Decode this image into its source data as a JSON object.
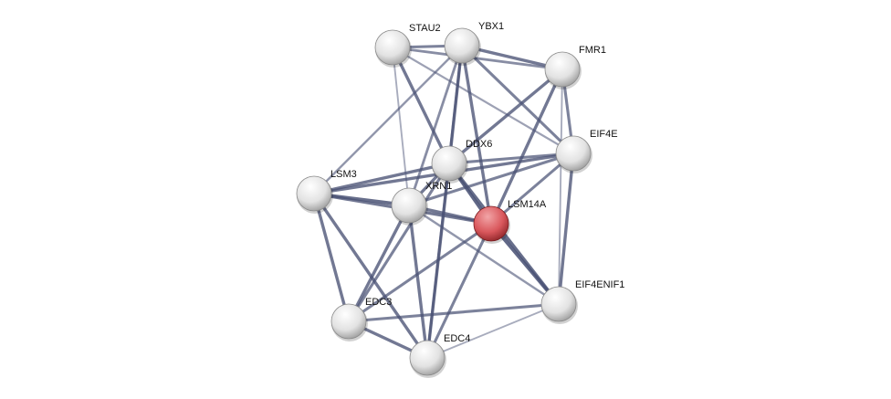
{
  "network": {
    "query_node": "LSM14A",
    "colors": {
      "edge": "#4a5275",
      "node": "#e0e0e0",
      "query_node": "#d9575c"
    },
    "nodes": [
      {
        "id": "STAU2"
      },
      {
        "id": "YBX1"
      },
      {
        "id": "FMR1"
      },
      {
        "id": "EIF4E"
      },
      {
        "id": "DDX6"
      },
      {
        "id": "LSM3"
      },
      {
        "id": "XRN1"
      },
      {
        "id": "LSM14A"
      },
      {
        "id": "EIF4ENIF1"
      },
      {
        "id": "EDC3"
      },
      {
        "id": "EDC4"
      }
    ],
    "edges": [
      [
        "STAU2",
        "YBX1",
        0.7
      ],
      [
        "STAU2",
        "FMR1",
        0.6
      ],
      [
        "STAU2",
        "EIF4E",
        0.4
      ],
      [
        "STAU2",
        "DDX6",
        0.8
      ],
      [
        "STAU2",
        "XRN1",
        0.3
      ],
      [
        "YBX1",
        "FMR1",
        0.8
      ],
      [
        "YBX1",
        "EIF4E",
        0.7
      ],
      [
        "YBX1",
        "DDX6",
        0.8
      ],
      [
        "YBX1",
        "LSM14A",
        0.8
      ],
      [
        "YBX1",
        "XRN1",
        0.6
      ],
      [
        "YBX1",
        "LSM3",
        0.5
      ],
      [
        "YBX1",
        "EDC4",
        0.6
      ],
      [
        "FMR1",
        "DDX6",
        0.8
      ],
      [
        "FMR1",
        "LSM14A",
        0.8
      ],
      [
        "FMR1",
        "EIF4E",
        0.7
      ],
      [
        "FMR1",
        "EIF4ENIF1",
        0.3
      ],
      [
        "EIF4E",
        "DDX6",
        0.7
      ],
      [
        "EIF4E",
        "LSM3",
        0.8
      ],
      [
        "EIF4E",
        "XRN1",
        0.7
      ],
      [
        "EIF4E",
        "LSM14A",
        0.7
      ],
      [
        "EIF4E",
        "EIF4ENIF1",
        0.8
      ],
      [
        "DDX6",
        "LSM3",
        0.8
      ],
      [
        "DDX6",
        "XRN1",
        0.8
      ],
      [
        "DDX6",
        "LSM14A",
        0.95
      ],
      [
        "DDX6",
        "EIF4ENIF1",
        0.9
      ],
      [
        "DDX6",
        "EDC4",
        0.8
      ],
      [
        "DDX6",
        "EDC3",
        0.7
      ],
      [
        "LSM3",
        "XRN1",
        0.9
      ],
      [
        "LSM3",
        "LSM14A",
        0.8
      ],
      [
        "LSM3",
        "EDC3",
        0.8
      ],
      [
        "LSM3",
        "EDC4",
        0.8
      ],
      [
        "XRN1",
        "LSM14A",
        0.8
      ],
      [
        "XRN1",
        "EIF4ENIF1",
        0.5
      ],
      [
        "XRN1",
        "EDC3",
        0.8
      ],
      [
        "XRN1",
        "EDC4",
        0.8
      ],
      [
        "LSM14A",
        "EDC3",
        0.7
      ],
      [
        "LSM14A",
        "EDC4",
        0.7
      ],
      [
        "LSM14A",
        "EIF4ENIF1",
        0.95
      ],
      [
        "EDC3",
        "EDC4",
        0.8
      ],
      [
        "EDC3",
        "EIF4ENIF1",
        0.7
      ],
      [
        "EDC4",
        "EIF4ENIF1",
        0.3
      ]
    ]
  }
}
